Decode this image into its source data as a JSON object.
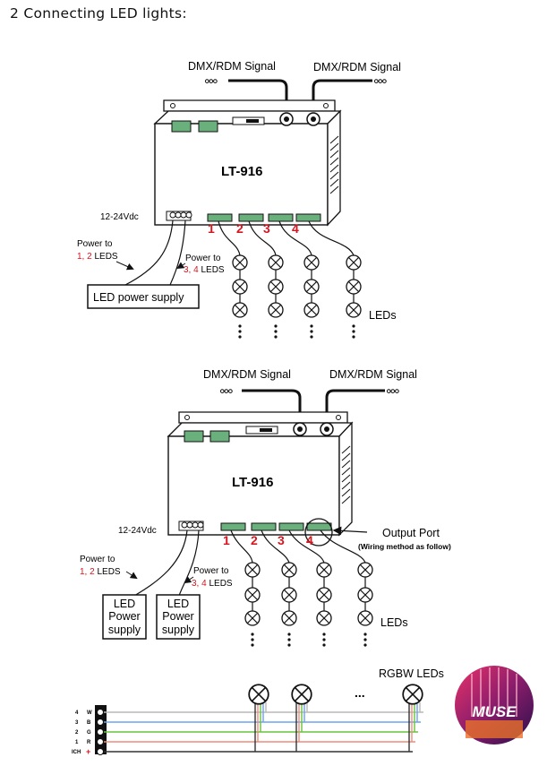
{
  "heading": "2 Connecting LED lights:",
  "colors": {
    "channel_number": "#d8151f",
    "wire_w": "#b9b9b9",
    "wire_b": "#6aa3ef",
    "wire_g": "#66c43d",
    "wire_r": "#ef8b7a",
    "wire_ch": "#333333"
  },
  "diagram1": {
    "signal_in": "DMX/RDM Signal",
    "signal_out": "DMX/RDM Signal",
    "model": "LT-916",
    "voltage": "12-24Vdc",
    "channels": [
      "1",
      "2",
      "3",
      "4"
    ],
    "power_to_label": "Power to",
    "power_12_a": "1, 2",
    "power_34_a": "3, 4",
    "leds_word": "LEDS",
    "power_supply": "LED power supply",
    "leds_label": "LEDs"
  },
  "diagram2": {
    "signal_in": "DMX/RDM Signal",
    "signal_out": "DMX/RDM Signal",
    "model": "LT-916",
    "voltage": "12-24Vdc",
    "channels": [
      "1",
      "2",
      "3",
      "4"
    ],
    "power_to_label": "Power to",
    "power_12_a": "1, 2",
    "power_34_a": "3, 4",
    "leds_word": "LEDS",
    "supply_lines": [
      "LED",
      "Power",
      "supply"
    ],
    "output_port": "Output Port",
    "wiring_note": "(Wiring method as follow)",
    "leds_label": "LEDs"
  },
  "wiring": {
    "pins": [
      "W",
      "B",
      "G",
      "R",
      "+"
    ],
    "pin_prefix": [
      "4",
      "3",
      "2",
      "1",
      "ICH"
    ],
    "ellipsis": "...",
    "rgbw_label": "RGBW LEDs",
    "logo_text": "MUSE"
  }
}
